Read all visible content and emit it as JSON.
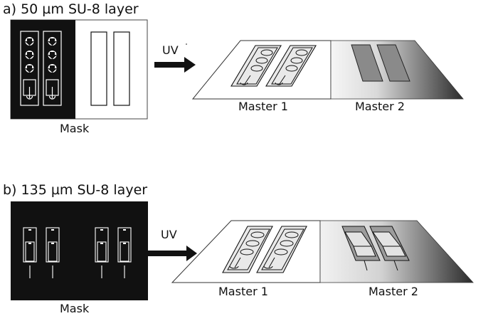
{
  "panels": [
    {
      "heading": "a) 50 µm SU-8 layer",
      "mask_label": "Mask",
      "process_label": "UV",
      "master_labels": [
        "Master 1",
        "Master 2"
      ]
    },
    {
      "heading": "b) 135 µm SU-8 layer",
      "mask_label": "Mask",
      "process_label": "UV",
      "master_labels": [
        "Master 1",
        "Master 2"
      ]
    }
  ],
  "colors": {
    "ink": "#111111",
    "mask_dark": "#111111",
    "paper": "#ffffff",
    "gradient_light": "#f4f4f4",
    "gradient_dark": "#3a3a3a"
  },
  "icons": [
    "right-arrow-icon"
  ]
}
